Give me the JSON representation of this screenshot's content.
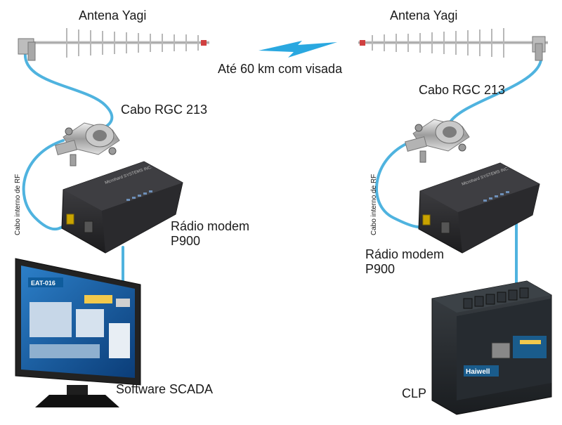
{
  "labels": {
    "antenna_left": "Antena Yagi",
    "antenna_right": "Antena Yagi",
    "link_distance": "Até 60 km com visada",
    "cable_left": "Cabo RGC 213",
    "cable_right": "Cabo RGC 213",
    "internal_cable_left": "Cabo interno de RF",
    "internal_cable_right": "Cabo interno de RF",
    "modem_left_line1": "Rádio modem",
    "modem_left_line2": "P900",
    "modem_right_line1": "Rádio modem",
    "modem_right_line2": "P900",
    "scada": "Software SCADA",
    "clp": "CLP",
    "modem_brand": "Microhard SYSTEMS INC.",
    "plc_brand": "Haiwell",
    "scada_screen_title": "EAT-016"
  },
  "colors": {
    "cable": "#4fb3df",
    "lightning": "#2aa8e0",
    "modem_body": "#2b2b2e",
    "plc_body": "#1f2326",
    "plc_panel": "#1a5c8c"
  },
  "icons": {
    "link": "lightning-bolt-icon",
    "antenna": "yagi-antenna-icon",
    "surge": "lightning-arrester-icon",
    "modem": "radio-modem-icon",
    "monitor": "monitor-icon",
    "plc": "plc-icon"
  }
}
